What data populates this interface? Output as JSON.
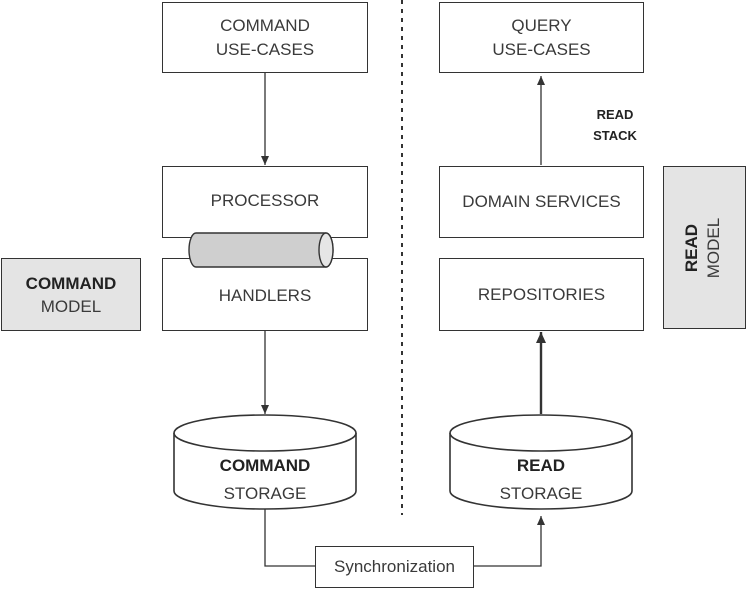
{
  "left": {
    "command_use_cases": [
      "COMMAND",
      "USE-CASES"
    ],
    "processor": "PROCESSOR",
    "handlers": "HANDLERS",
    "command_model": {
      "bold": "COMMAND",
      "normal": "MODEL"
    },
    "command_storage": {
      "bold": "COMMAND",
      "normal": "STORAGE"
    }
  },
  "right": {
    "query_use_cases": [
      "QUERY",
      "USE-CASES"
    ],
    "read_stack": [
      "READ",
      "STACK"
    ],
    "domain_services": "DOMAIN SERVICES",
    "repositories": "REPOSITORIES",
    "read_model": {
      "bold": "READ",
      "normal": "MODEL"
    },
    "read_storage": {
      "bold": "READ",
      "normal": "STORAGE"
    }
  },
  "synchronization": "Synchronization",
  "colors": {
    "stroke": "#333333",
    "gray_fill": "#e4e4e4",
    "pipe_fill": "#cfcfcf"
  }
}
